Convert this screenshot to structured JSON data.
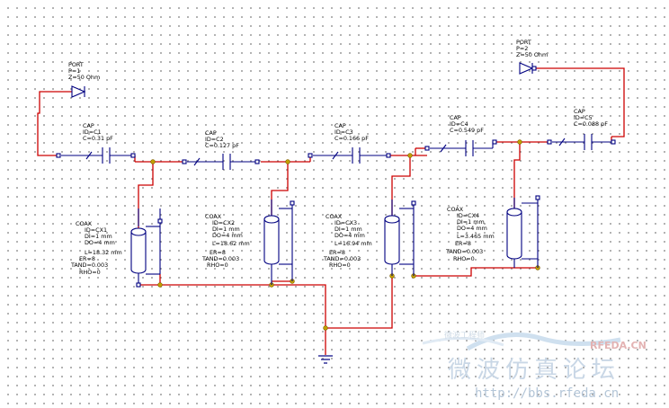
{
  "ports": [
    {
      "type": "PORT",
      "p": "P=1",
      "z": "Z=50 Ohm"
    },
    {
      "type": "PORT",
      "p": "P=2",
      "z": "Z=50 Ohm"
    }
  ],
  "caps": [
    {
      "type": "CAP",
      "id": "ID=C1",
      "c": "C=0.31 pF"
    },
    {
      "type": "CAP",
      "id": "ID=C2",
      "c": "C=0.127 pF"
    },
    {
      "type": "CAP",
      "id": "ID=C3",
      "c": "C=0.166 pF"
    },
    {
      "type": "CAP",
      "id": "ID=C4",
      "c": "C=0.549 pF"
    },
    {
      "type": "CAP",
      "id": "ID=C5",
      "c": "C=0.088 pF"
    }
  ],
  "coax": [
    {
      "type": "COAX",
      "id": "ID=CX1",
      "di": "DI=1 mm",
      "do": "DO=4 mm",
      "l": "L=18.32 mm",
      "er": "ER=8",
      "tand": "TAND=0.003",
      "rho": "RHO=0"
    },
    {
      "type": "COAX",
      "id": "ID=CX2",
      "di": "DI=1 mm",
      "do": "DO=4 mm",
      "l": "L=18.62 mm",
      "er": "ER=8",
      "tand": "TAND=0.003",
      "rho": "RHO=0"
    },
    {
      "type": "COAX",
      "id": "ID=CX3",
      "di": "DI=1 mm",
      "do": "DO=4 mm",
      "l": "L=16.94 mm",
      "er": "ER=8",
      "tand": "TAND=0.003",
      "rho": "RHO=0"
    },
    {
      "type": "COAX",
      "id": "ID=CX4",
      "di": "DI=1 mm",
      "do": "DO=4 mm",
      "l": "L=3.465 mm",
      "er": "ER=8",
      "tand": "TAND=0.003",
      "rho": "RHO=0"
    }
  ],
  "watermark": {
    "line1": "微波仿真论坛",
    "line2": "http://bbs.rfeda.cn",
    "logo": "RFEDA.CN",
    "small": "微波工程师"
  },
  "colors": {
    "wire": "#cc0000",
    "component": "#000080",
    "node": "#c0a000",
    "grid_dot": "#9a9a9a"
  }
}
